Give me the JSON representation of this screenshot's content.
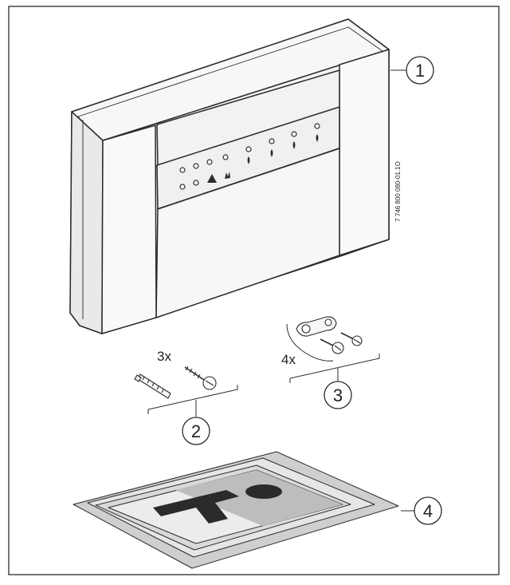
{
  "figure": {
    "part_numbers": {
      "1": "1",
      "2": "2",
      "3": "3",
      "4": "4"
    },
    "quantities": {
      "screws_plugs": "3x",
      "clips_screws": "4x"
    },
    "document_code": "7 746 800 080-01.1O"
  },
  "colors": {
    "line": "#2b2b2b",
    "panel_light": "#f6f6f6",
    "panel_shade": "#e9e9e9",
    "manual_gray": "#cfcfcf",
    "manual_light": "#ececec",
    "manual_mid": "#bdbdbd"
  }
}
